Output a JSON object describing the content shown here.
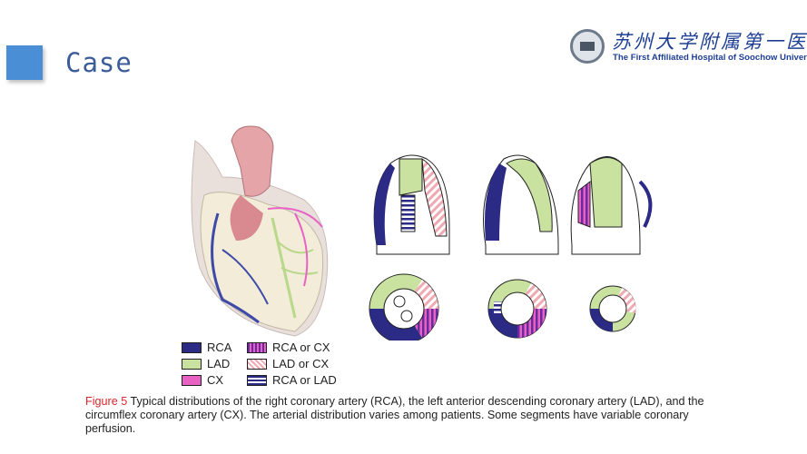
{
  "slide": {
    "title": "Case"
  },
  "logo": {
    "chinese_name": "苏州大学附属第一医院",
    "english_name": "The First Affiliated Hospital of Soochow University"
  },
  "legend": [
    {
      "label": "RCA",
      "color": "#2b2b86",
      "pattern": "solid"
    },
    {
      "label": "LAD",
      "color": "#c9e2a0",
      "pattern": "solid"
    },
    {
      "label": "CX",
      "color": "#e862c4",
      "pattern": "solid"
    },
    {
      "label": "RCA or CX",
      "color": "#9a3cc0",
      "pattern": "vertical-stripes"
    },
    {
      "label": "LAD or CX",
      "color": "#f2b6bd",
      "pattern": "diagonal-stripes"
    },
    {
      "label": "RCA or LAD",
      "color": "#2b2b86",
      "pattern": "horizontal-stripes"
    }
  ],
  "caption": {
    "figure_label": "Figure 5",
    "text": " Typical distributions of the right coronary artery (RCA), the left anterior descending coronary artery (LAD), and the circumflex coronary artery (CX). The arterial distribution varies among patients. Some segments have variable coronary perfusion."
  }
}
